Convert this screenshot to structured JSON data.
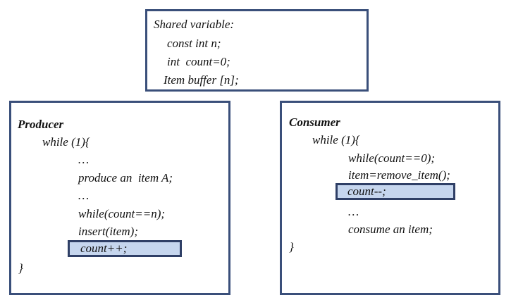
{
  "shared": {
    "title": "Shared variable:",
    "lines": [
      "const int n;",
      "int  count=0;",
      "Item buffer [n];"
    ]
  },
  "producer": {
    "title": "Producer",
    "loop": "while (1){",
    "ellipsis1": "…",
    "produce": "produce an  item A;",
    "ellipsis2": "…",
    "wait": "while(count==n);",
    "insert": "insert(item);",
    "increment": "count++;",
    "close": "}"
  },
  "consumer": {
    "title": "Consumer",
    "loop": "while (1){",
    "wait": "while(count==0);",
    "remove": "item=remove_item();",
    "decrement": "count--;",
    "ellipsis": "…",
    "consume": "consume an item;",
    "close": "}"
  },
  "colors": {
    "box_border": "#3a4f7a",
    "highlight_fill": "#c6d6ee",
    "highlight_border": "#2f3f66"
  }
}
